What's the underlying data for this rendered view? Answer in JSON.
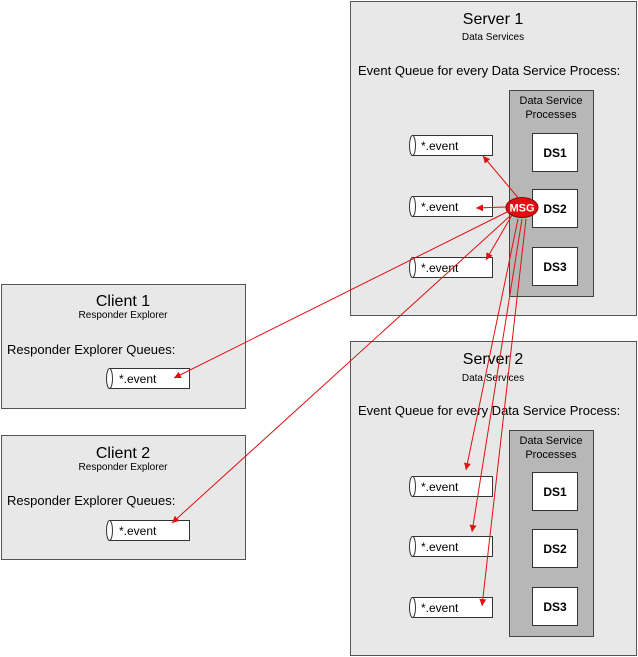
{
  "server1": {
    "title": "Server 1",
    "subtitle": "Data Services",
    "queue_label": "Event Queue for every Data Service Process:",
    "processes_label_line1": "Data Service",
    "processes_label_line2": "Processes",
    "processes": [
      "DS1",
      "DS2",
      "DS3"
    ],
    "queues": [
      "*.event",
      "*.event",
      "*.event"
    ]
  },
  "server2": {
    "title": "Server 2",
    "subtitle": "Data Services",
    "queue_label": "Event Queue for every Data Service Process:",
    "processes_label_line1": "Data Service",
    "processes_label_line2": "Processes",
    "processes": [
      "DS1",
      "DS2",
      "DS3"
    ],
    "queues": [
      "*.event",
      "*.event",
      "*.event"
    ]
  },
  "client1": {
    "title": "Client 1",
    "subtitle": "Responder Explorer",
    "queue_label": "Responder Explorer Queues:",
    "queue": "*.event"
  },
  "client2": {
    "title": "Client 2",
    "subtitle": "Responder Explorer",
    "queue_label": "Responder Explorer Queues:",
    "queue": "*.event"
  },
  "message": {
    "label": "MSG"
  },
  "colors": {
    "arrow": "#e01010",
    "message": "#e01010",
    "box": "#e8e8e8",
    "process_box": "#b7b7b7"
  }
}
